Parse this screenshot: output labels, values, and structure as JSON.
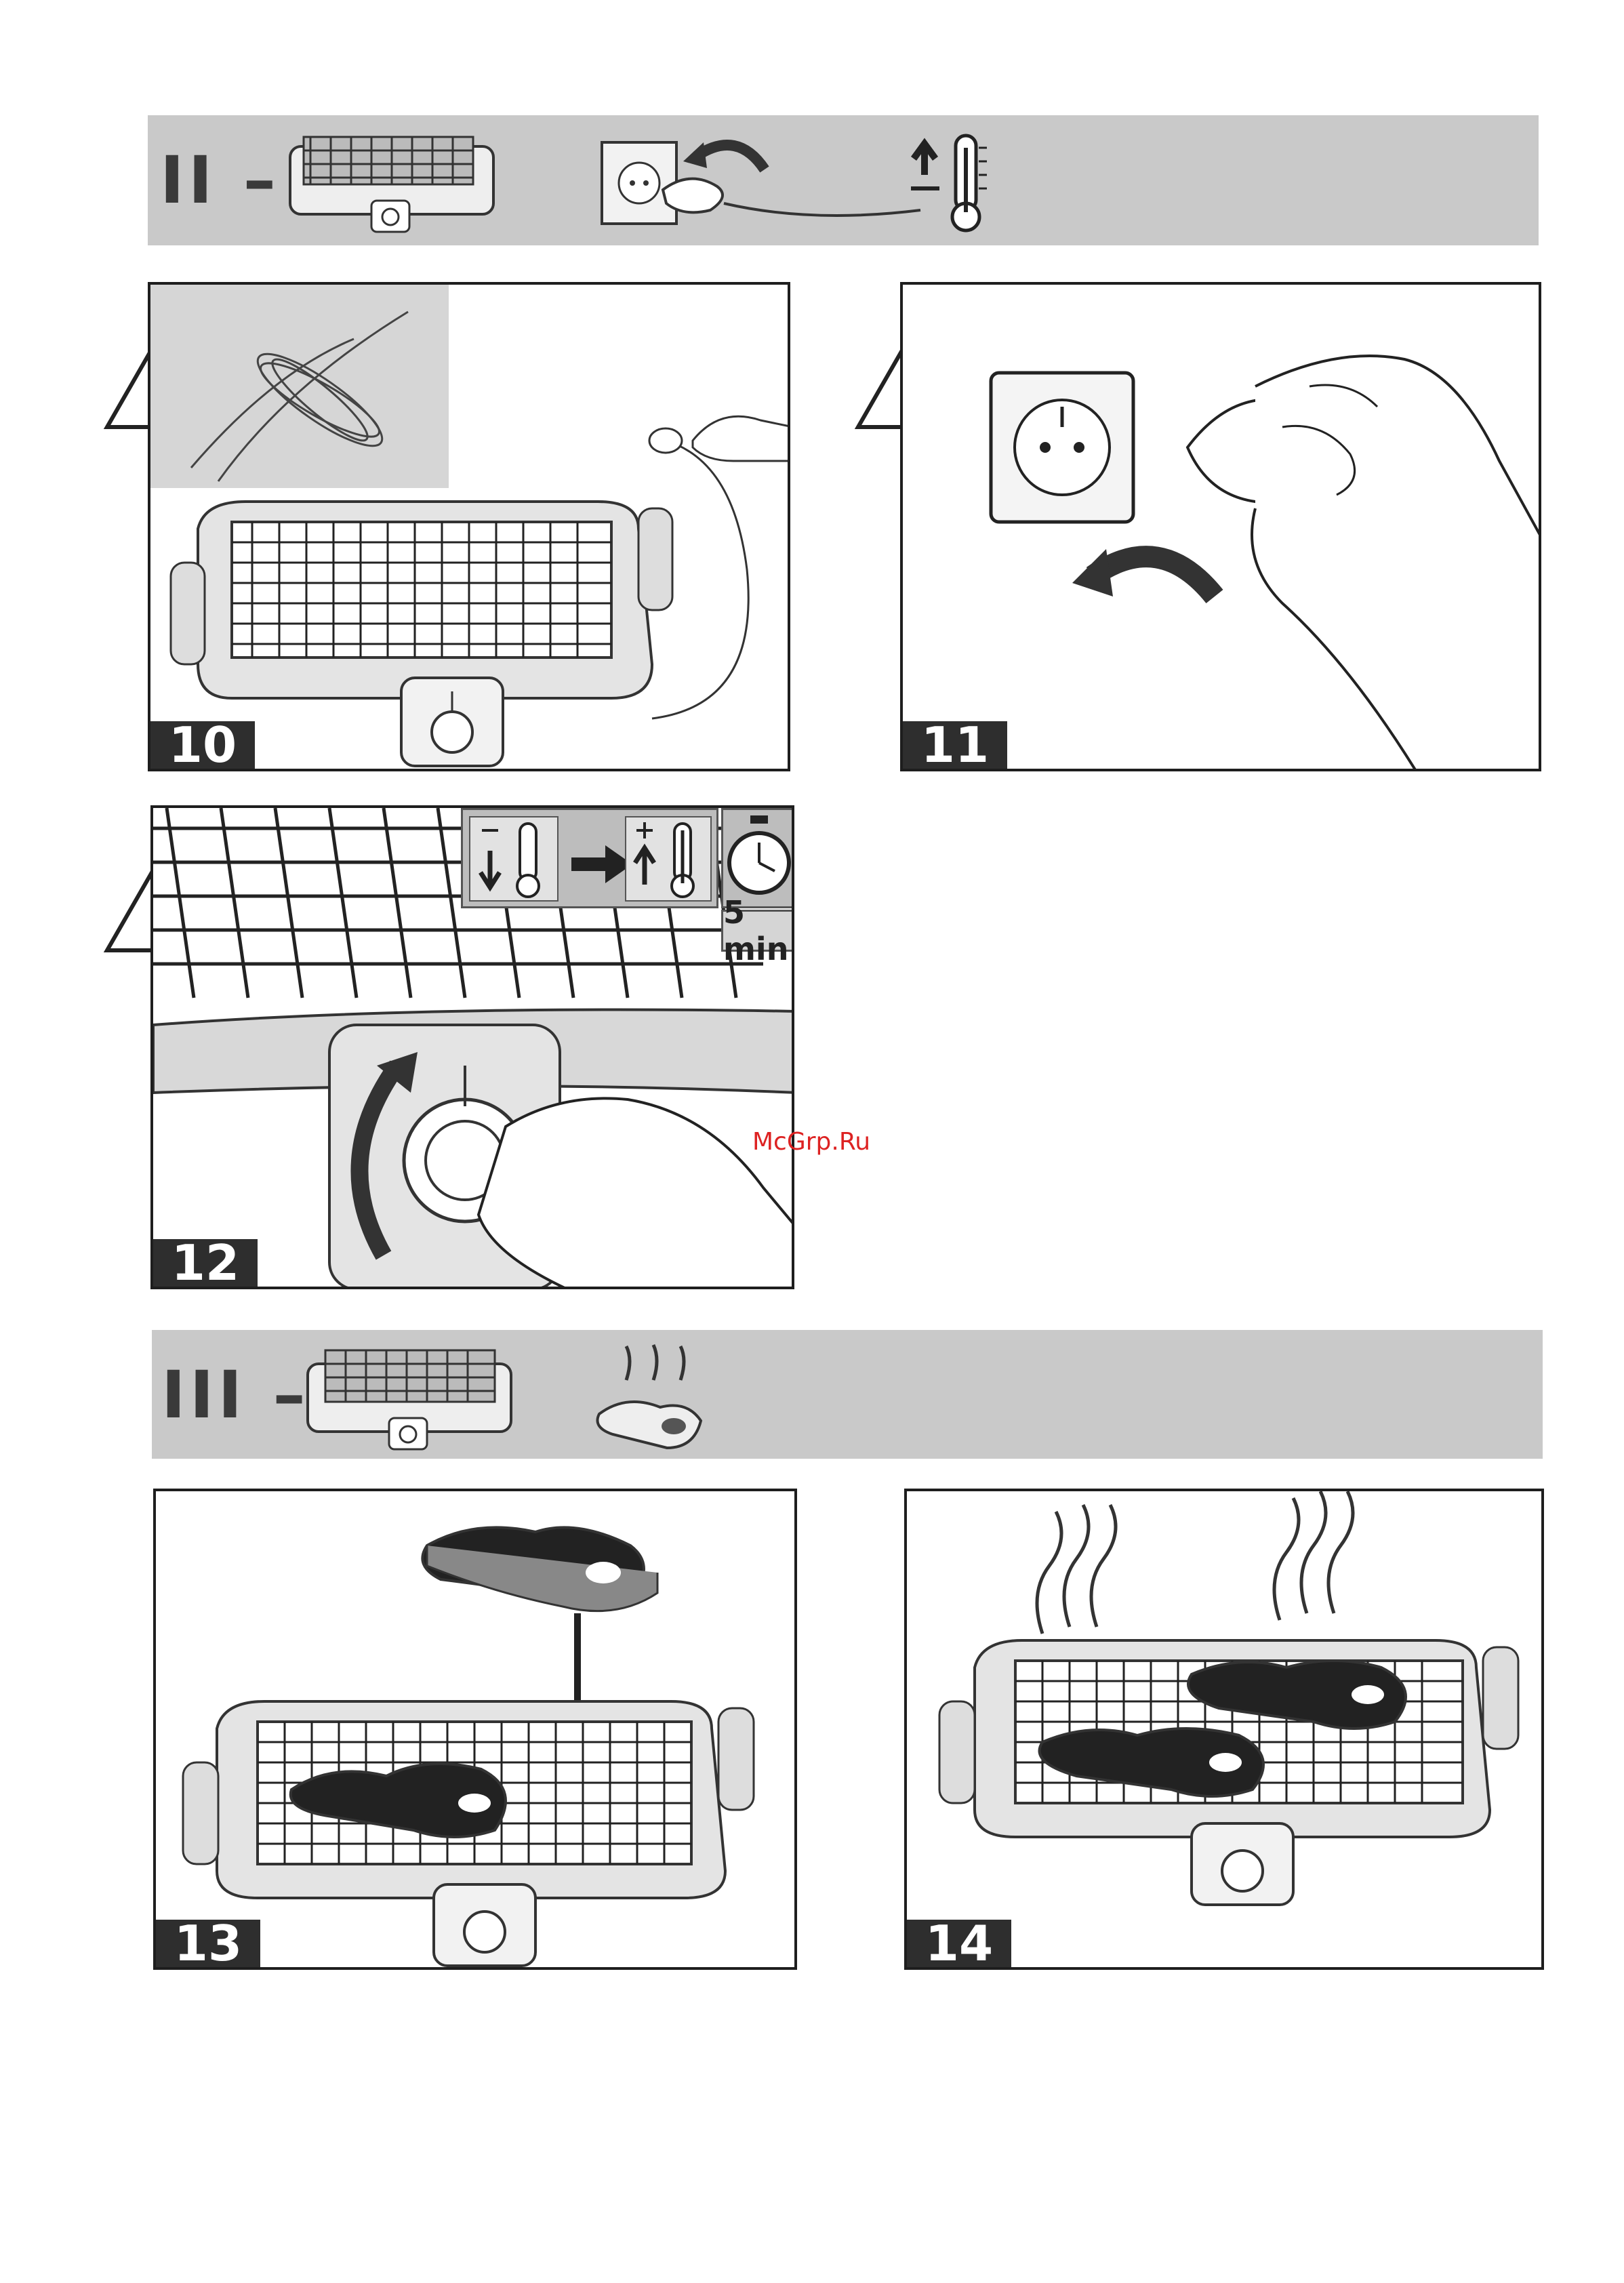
{
  "sections": [
    {
      "roman": "II –",
      "icons": [
        "grill-icon",
        "unplug-icon",
        "thermometer-up-icon"
      ]
    },
    {
      "roman": "III –",
      "icons": [
        "grill-icon",
        "hot-steak-icon"
      ]
    }
  ],
  "steps": [
    {
      "number": "10",
      "warning": true,
      "illustration": "cord-unwind-and-grill"
    },
    {
      "number": "11",
      "warning": true,
      "illustration": "plug-into-socket"
    },
    {
      "number": "12",
      "warning": true,
      "illustration": "turn-thermostat-max",
      "timer": "5 min"
    },
    {
      "number": "13",
      "warning": false,
      "illustration": "place-steak-on-grill"
    },
    {
      "number": "14",
      "warning": false,
      "illustration": "steaks-cooking"
    }
  ],
  "watermark": "McGrp.Ru"
}
